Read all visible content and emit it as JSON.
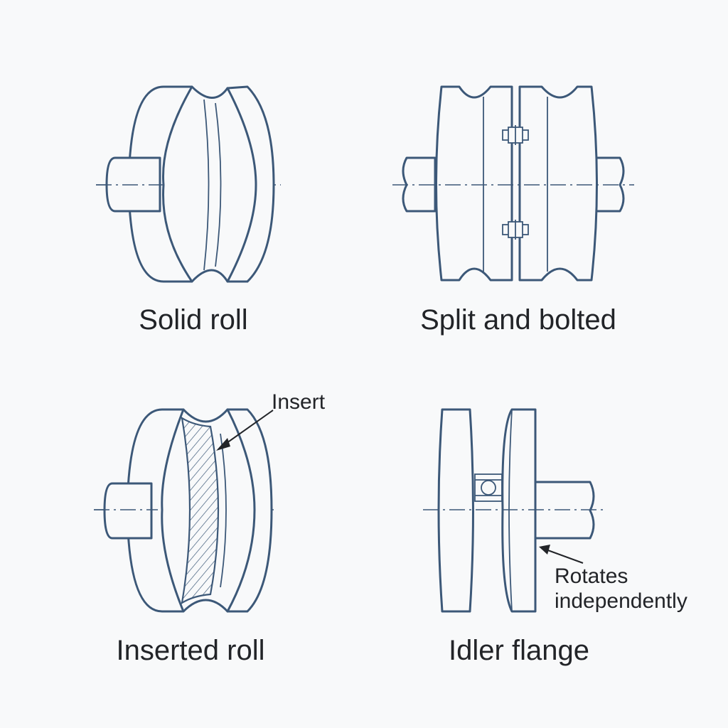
{
  "diagram": {
    "panels": [
      {
        "id": "solid",
        "caption": "Solid roll"
      },
      {
        "id": "split",
        "caption": "Split and bolted"
      },
      {
        "id": "inserted",
        "caption": "Inserted roll",
        "annotation": "Insert"
      },
      {
        "id": "idler",
        "caption": "Idler flange",
        "annotation_line1": "Rotates",
        "annotation_line2": "independently"
      }
    ]
  },
  "colors": {
    "line": "#3c5878",
    "text": "#222428",
    "background": "#f8f9fa"
  }
}
